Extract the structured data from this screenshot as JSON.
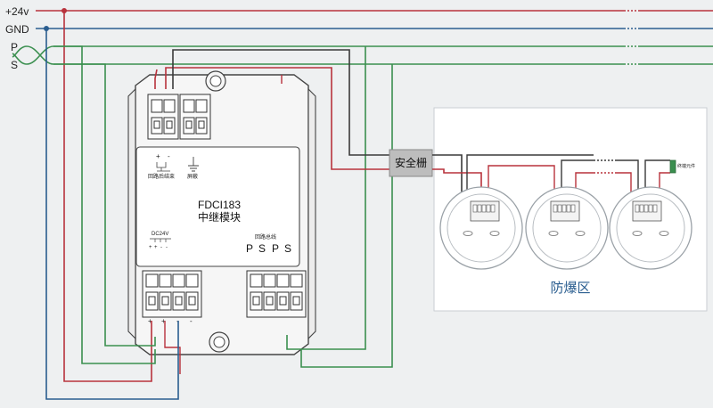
{
  "bus_labels": {
    "p24v": "+24v",
    "gnd": "GND",
    "p": "P",
    "s": "S"
  },
  "module": {
    "model": "FDCI183",
    "name": "中继模块",
    "top_left_polarity": [
      "+",
      "-"
    ],
    "monitor_label": "回路后结束",
    "ground_label": "屏蔽",
    "dc_label": "DC24V",
    "dc_polarity": [
      "+",
      "+",
      "-",
      "-"
    ],
    "loop_label": "回路总线",
    "loop_terminals": [
      "P",
      "S",
      "P",
      "S"
    ],
    "bottom_left_polarity": [
      "+",
      "+",
      "-",
      "-"
    ]
  },
  "barrier": {
    "label": "安全栅"
  },
  "hazard_zone": {
    "label": "防爆区",
    "end_element_label": "终端元件"
  },
  "colors": {
    "power": "#b8323c",
    "ground": "#2a5d8f",
    "loop": "#3a8f4f",
    "signal": "#3a3a3a",
    "zone_text": "#2a5d8f"
  }
}
